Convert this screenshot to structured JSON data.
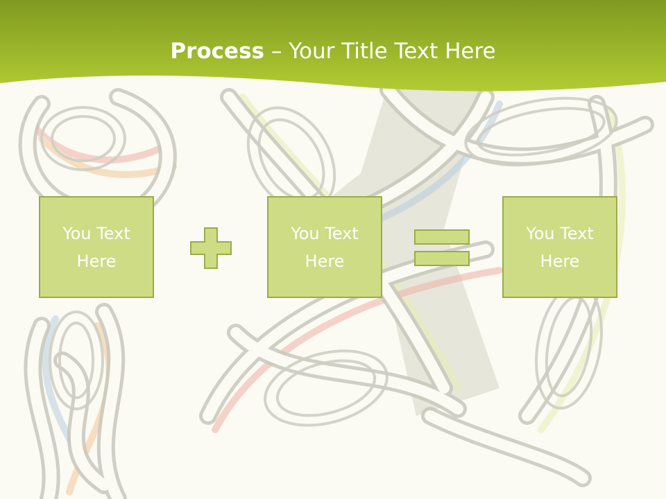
{
  "slide": {
    "title_bold": "Process",
    "title_separator": " – ",
    "title_rest": "Your Title Text Here"
  },
  "process": {
    "boxes": [
      {
        "label": "You Text Here"
      },
      {
        "label": "You Text Here"
      },
      {
        "label": "You Text Here"
      }
    ],
    "operators": [
      "plus",
      "equals"
    ]
  },
  "colors": {
    "header_green_dark": "#7f9a22",
    "header_green_light": "#b3cc33",
    "box_fill": "#cddc85",
    "box_border": "#9aad45",
    "background": "#fbfaf3"
  },
  "icons": [
    "plus-icon",
    "equals-icon",
    "celtic-knot-background"
  ]
}
